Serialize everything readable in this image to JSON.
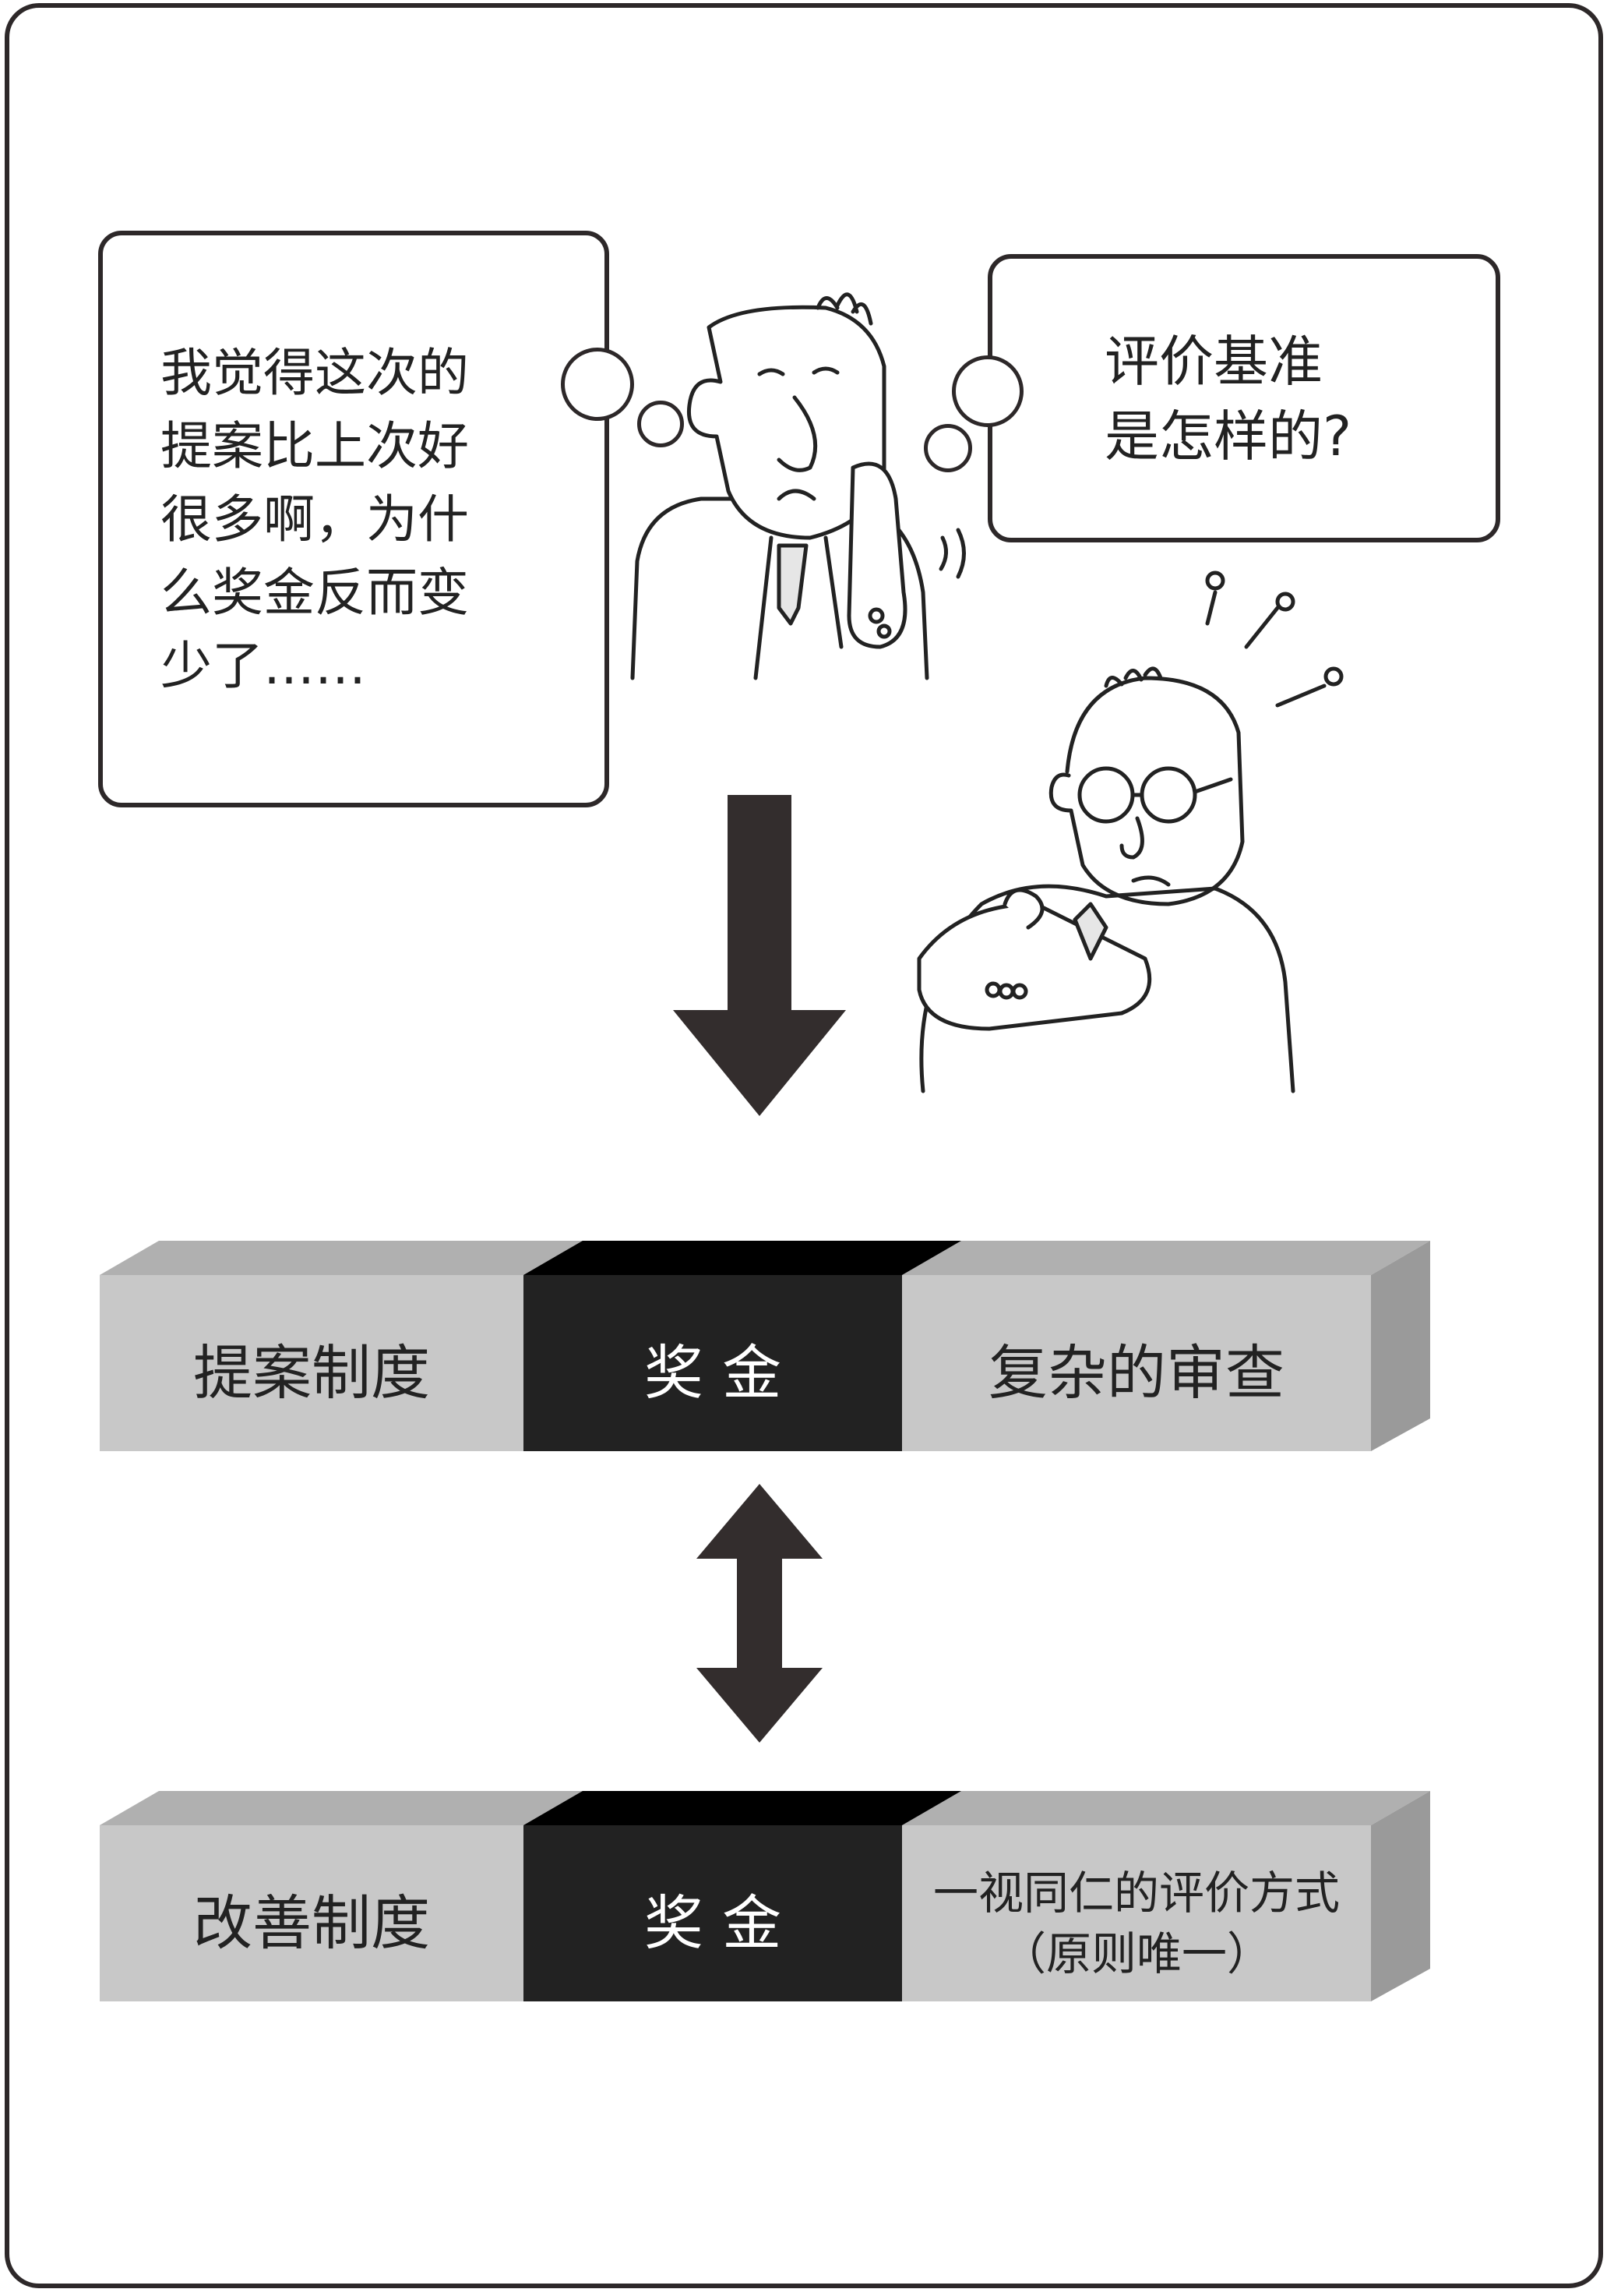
{
  "bubbles": {
    "left": {
      "lines": [
        "我觉得这次的",
        "提案比上次好",
        "很多啊，为什",
        "么奖金反而变",
        "少了……"
      ]
    },
    "right": {
      "lines": [
        "评价基准",
        "是怎样的?"
      ]
    }
  },
  "beams": {
    "top": {
      "left": "提案制度",
      "middle": "奖 金",
      "right": "复杂的审查"
    },
    "bottom": {
      "left": "改善制度",
      "middle": "奖 金",
      "right_line1": "一视同仁的评价方式",
      "right_line2": "（原则唯一）"
    }
  },
  "colors": {
    "frame": "#2d2829",
    "arrow": "#332d2d",
    "beam_light": "#c8c8c8",
    "beam_top_face": "#b0b0b0",
    "beam_side": "#9a9a9a",
    "beam_dark": "#222222",
    "beam_dark_top": "#000000"
  }
}
